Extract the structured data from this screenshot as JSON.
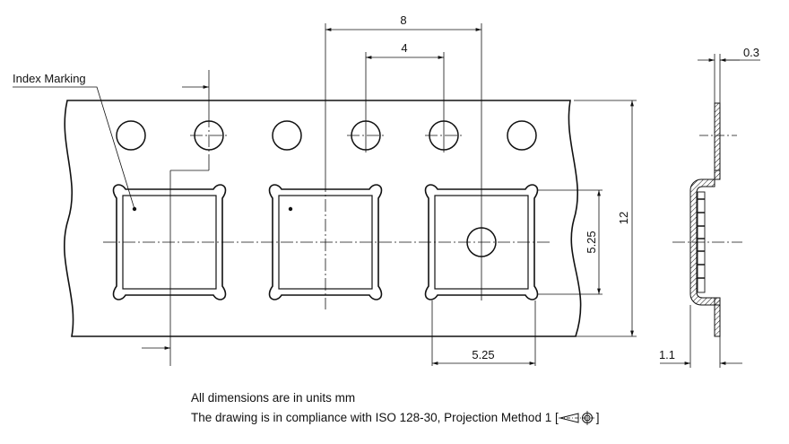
{
  "labels": {
    "index_marking": "Index Marking"
  },
  "dimensions": {
    "pitch_pockets": "8",
    "pitch_holes": "4",
    "tape_width": "12",
    "pocket_height": "5.25",
    "pocket_width": "5.25",
    "tape_thickness": "0.3",
    "pocket_depth": "1.1"
  },
  "notes": {
    "line1": "All dimensions are in units mm",
    "line2_prefix": "The drawing is in compliance with ISO 128-30, Projection Method 1 [",
    "line2_suffix": "]"
  }
}
